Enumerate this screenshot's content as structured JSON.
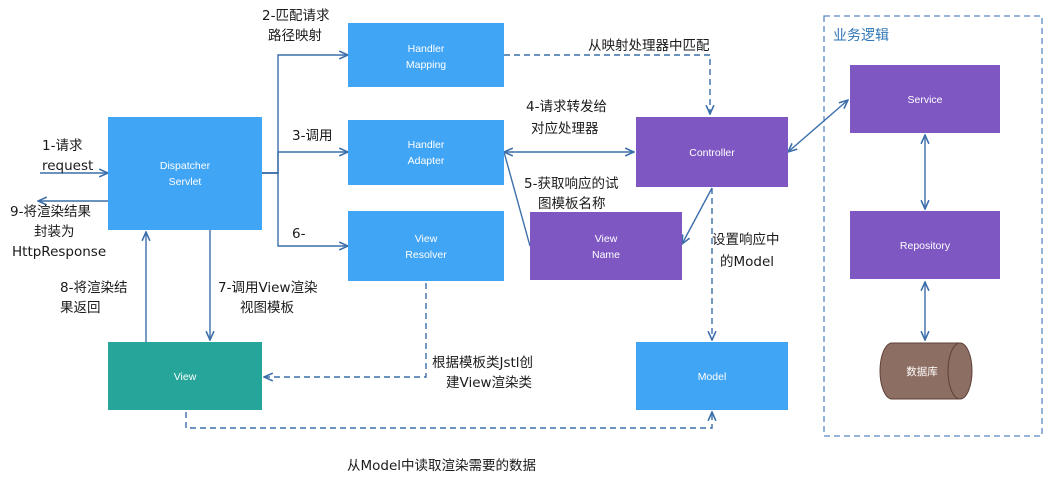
{
  "nodes": {
    "dispatcher": {
      "line1": "Dispatcher",
      "line2": "Servlet"
    },
    "handler_mapping": {
      "line1": "Handler",
      "line2": "Mapping"
    },
    "handler_adapter": {
      "line1": "Handler",
      "line2": "Adapter"
    },
    "view_resolver": {
      "line1": "View",
      "line2": "Resolver"
    },
    "controller": {
      "label": "Controller"
    },
    "view_name": {
      "line1": "View",
      "line2": "Name"
    },
    "view": {
      "label": "View"
    },
    "model": {
      "label": "Model"
    },
    "service": {
      "label": "Service"
    },
    "repository": {
      "label": "Repository"
    },
    "database": {
      "label": "数据库"
    }
  },
  "group": {
    "title": "业务逻辑"
  },
  "labels": {
    "step1_a": "1-请求",
    "step1_b": "request",
    "step2_a": "2-匹配请求",
    "step2_b": "路径映射",
    "step3": "3-调用",
    "step4_a": "4-请求转发给",
    "step4_b": "对应处理器",
    "step5_a": "5-获取响应的试",
    "step5_b": "图模板名称",
    "step6": "6-",
    "step7_a": "7-调用View渲染",
    "step7_b": "视图模板",
    "step8_a": "8-将渲染结",
    "step8_b": "果返回",
    "step9_a": "9-将渲染结果",
    "step9_b": "封装为",
    "step9_c": "HttpResponse",
    "mapping_match": "从映射处理器中匹配",
    "set_model_a": "设置响应中",
    "set_model_b": "的Model",
    "create_view_a": "根据模板类Jstl创",
    "create_view_b": "建View渲染类",
    "read_model": "从Model中读取渲染需要的数据"
  },
  "colors": {
    "blue": "#41a5f5",
    "purple": "#7e57c2",
    "teal": "#26a69a",
    "brown": "#8d6e63",
    "connector": "#3c6eaa",
    "group_border": "#5b87c5"
  }
}
